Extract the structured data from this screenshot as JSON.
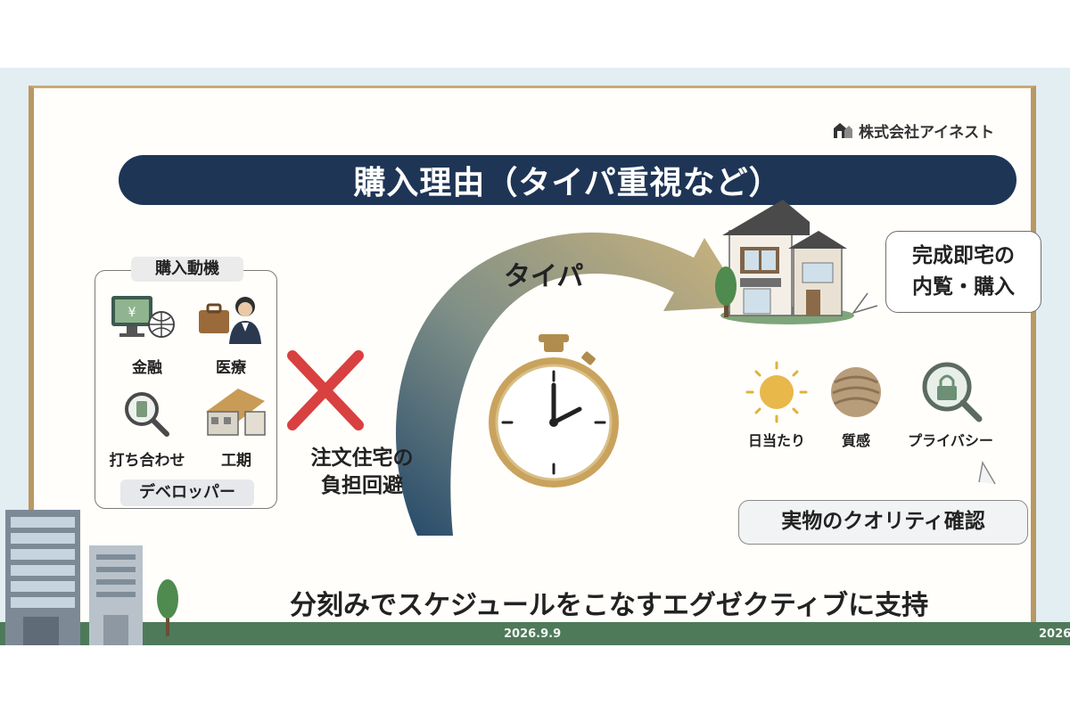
{
  "company": {
    "name": "株式会社アイネスト",
    "logo_icon": "house-logo-icon"
  },
  "banner": {
    "title": "購入理由（タイパ重視など）"
  },
  "motives": {
    "title": "購入動機",
    "items": [
      {
        "label": "金融",
        "icon": "finance-monitor-icon"
      },
      {
        "label": "医療",
        "icon": "briefcase-doctor-icon"
      },
      {
        "label": "打ち合わせ",
        "icon": "magnifier-meeting-icon"
      },
      {
        "label": "工期",
        "icon": "construction-icon"
      }
    ],
    "footer": "デベロッパー"
  },
  "burden": {
    "line1": "注文住宅の",
    "line2": "負担回避"
  },
  "arc": {
    "label": "タイパ"
  },
  "result": {
    "line1": "完成即宅の",
    "line2": "内覧・購入"
  },
  "features": [
    {
      "label": "日当たり",
      "icon": "sun-icon"
    },
    {
      "label": "質感",
      "icon": "texture-icon"
    },
    {
      "label": "プライバシー",
      "icon": "lock-magnifier-icon"
    }
  ],
  "quality": "実物のクオリティ確認",
  "conclusion": "分刻みでスケジュールをこなすエグゼクティブに支持",
  "footer_dates": {
    "left": "2026.9.9",
    "right": "2026"
  },
  "colors": {
    "banner": "#1e3556",
    "cross": "#d94040",
    "arc_dark": "#25496a",
    "arc_light": "#c9b27c",
    "board_frame": "#b99862"
  }
}
